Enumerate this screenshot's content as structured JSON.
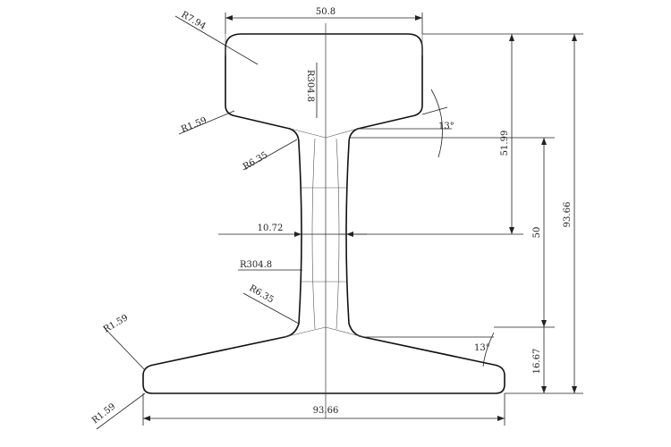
{
  "dimensions": {
    "head_width": "50.8",
    "base_width": "93.66",
    "total_height": "93.66",
    "head_depth": "51.99",
    "web_section": "50",
    "base_thickness": "16.67",
    "web_thickness": "10.72",
    "head_radius": "R304.8",
    "web_radius": "R304.8",
    "corner_radius_top": "R7.94",
    "fillet_head_left": "R1.59",
    "fillet_web_top": "R6.35",
    "fillet_web_bottom": "R6.35",
    "fillet_base_top": "R1.59",
    "fillet_base_bottom": "R1.59",
    "head_angle": "13°",
    "base_angle": "13°"
  }
}
